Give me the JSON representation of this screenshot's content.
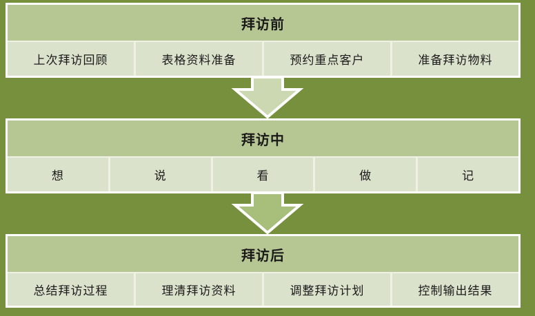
{
  "palette": {
    "background": "#76903E",
    "section_header_bg": "#B7C794",
    "cell_bg": "#DBE2CC",
    "cell_gap": "#EEF1E3",
    "border_white": "#FFFFFF",
    "text_color": "#1A1A1A"
  },
  "sections": [
    {
      "title": "拜访前",
      "items": [
        "上次拜访回顾",
        "表格资料准备",
        "预约重点客户",
        "准备拜访物料"
      ]
    },
    {
      "title": "拜访中",
      "items": [
        "想",
        "说",
        "看",
        "做",
        "记"
      ]
    },
    {
      "title": "拜访后",
      "items": [
        "总结拜访过程",
        "理清拜访资料",
        "调整拜访计划",
        "控制输出结果"
      ]
    }
  ],
  "arrows": [
    {
      "name": "arrow-before-to-during",
      "fill": "#CBD8B2"
    },
    {
      "name": "arrow-during-to-after",
      "fill": "#A8BF7C"
    }
  ]
}
